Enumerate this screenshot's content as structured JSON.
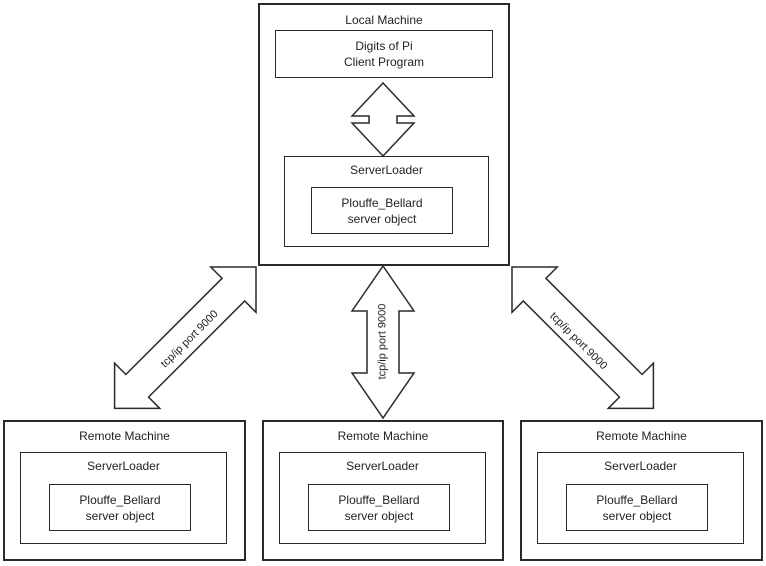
{
  "colors": {
    "line": "#2a2a2a",
    "background": "#ffffff",
    "text": "#1f1f1f"
  },
  "local_machine": {
    "title": "Local Machine",
    "client_program": {
      "line1": "Digits of Pi",
      "line2": "Client Program"
    },
    "server_loader": {
      "title": "ServerLoader",
      "object": {
        "line1": "Plouffe_Bellard",
        "line2": "server object"
      }
    }
  },
  "connections": [
    {
      "label": "tcp/ip port 9000"
    },
    {
      "label": "tcp/ip port 9000"
    },
    {
      "label": "tcp/ip port 9000"
    }
  ],
  "remote_machines": [
    {
      "title": "Remote Machine",
      "server_loader": {
        "title": "ServerLoader",
        "object": {
          "line1": "Plouffe_Bellard",
          "line2": "server object"
        }
      }
    },
    {
      "title": "Remote Machine",
      "server_loader": {
        "title": "ServerLoader",
        "object": {
          "line1": "Plouffe_Bellard",
          "line2": "server object"
        }
      }
    },
    {
      "title": "Remote Machine",
      "server_loader": {
        "title": "ServerLoader",
        "object": {
          "line1": "Plouffe_Bellard",
          "line2": "server object"
        }
      }
    }
  ]
}
